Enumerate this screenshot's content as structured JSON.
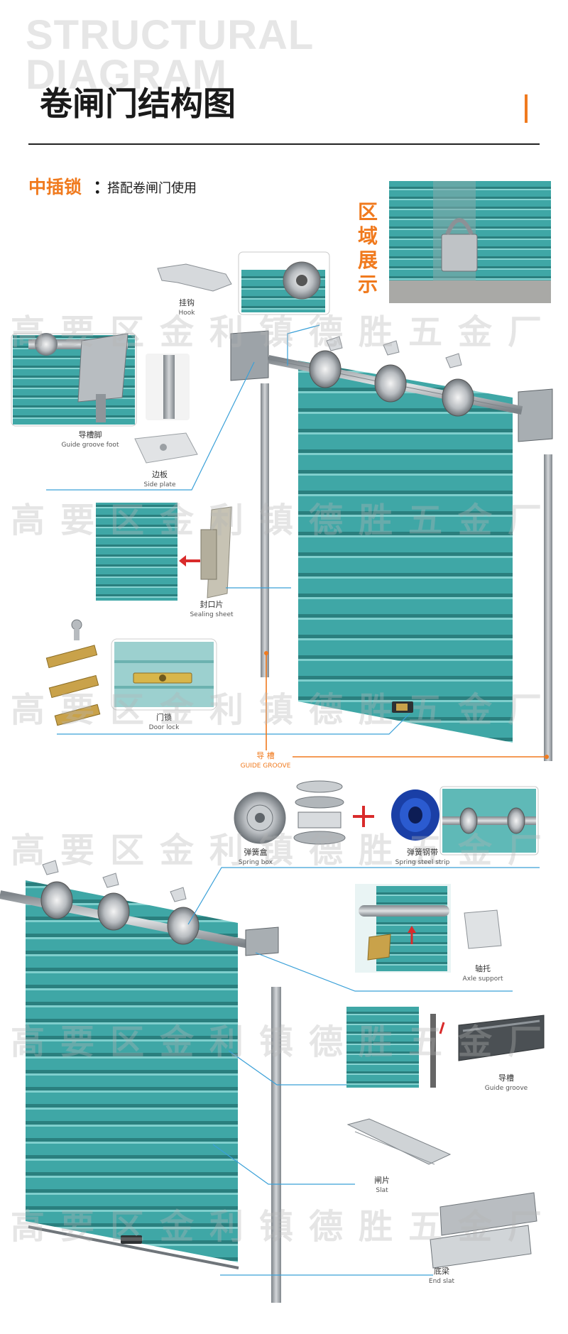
{
  "header": {
    "bg_title_line1": "STRUCTURAL",
    "bg_title_line2": "DIAGRAM",
    "title": "卷闸门结构图"
  },
  "lock_section": {
    "title": "中插锁",
    "colon": "：",
    "subtitle": "搭配卷闸门使用",
    "area_show": [
      "区",
      "域",
      "展",
      "示"
    ]
  },
  "watermark": "高要区金利镇德胜五金厂",
  "parts": {
    "hook": {
      "cn": "挂钩",
      "en": "Hook"
    },
    "guide_groove_foot": {
      "cn": "导槽脚",
      "en": "Guide groove foot"
    },
    "side_plate": {
      "cn": "边板",
      "en": "Side plate"
    },
    "sealing_sheet": {
      "cn": "封口片",
      "en": "Sealing sheet"
    },
    "door_lock": {
      "cn": "门锁",
      "en": "Door lock"
    },
    "guide_groove_top": {
      "cn": "导 槽",
      "en": "GUIDE GROOVE"
    },
    "spring_box": {
      "cn": "弹簧盒",
      "en": "Spring box"
    },
    "spring_steel_strip": {
      "cn": "弹簧钢带",
      "en": "Spring steel strip"
    },
    "axle_support": {
      "cn": "轴托",
      "en": "Axle support"
    },
    "guide_groove": {
      "cn": "导槽",
      "en": "Guide groove"
    },
    "slat": {
      "cn": "闸片",
      "en": "Slat"
    },
    "end_slat": {
      "cn": "底梁",
      "en": "End slat"
    }
  },
  "colors": {
    "accent": "#f07a1e",
    "door": "#3aa3a2",
    "door_dark": "#2c8584",
    "metal": "#9aa0a6",
    "leader": "#3aa0d8"
  }
}
